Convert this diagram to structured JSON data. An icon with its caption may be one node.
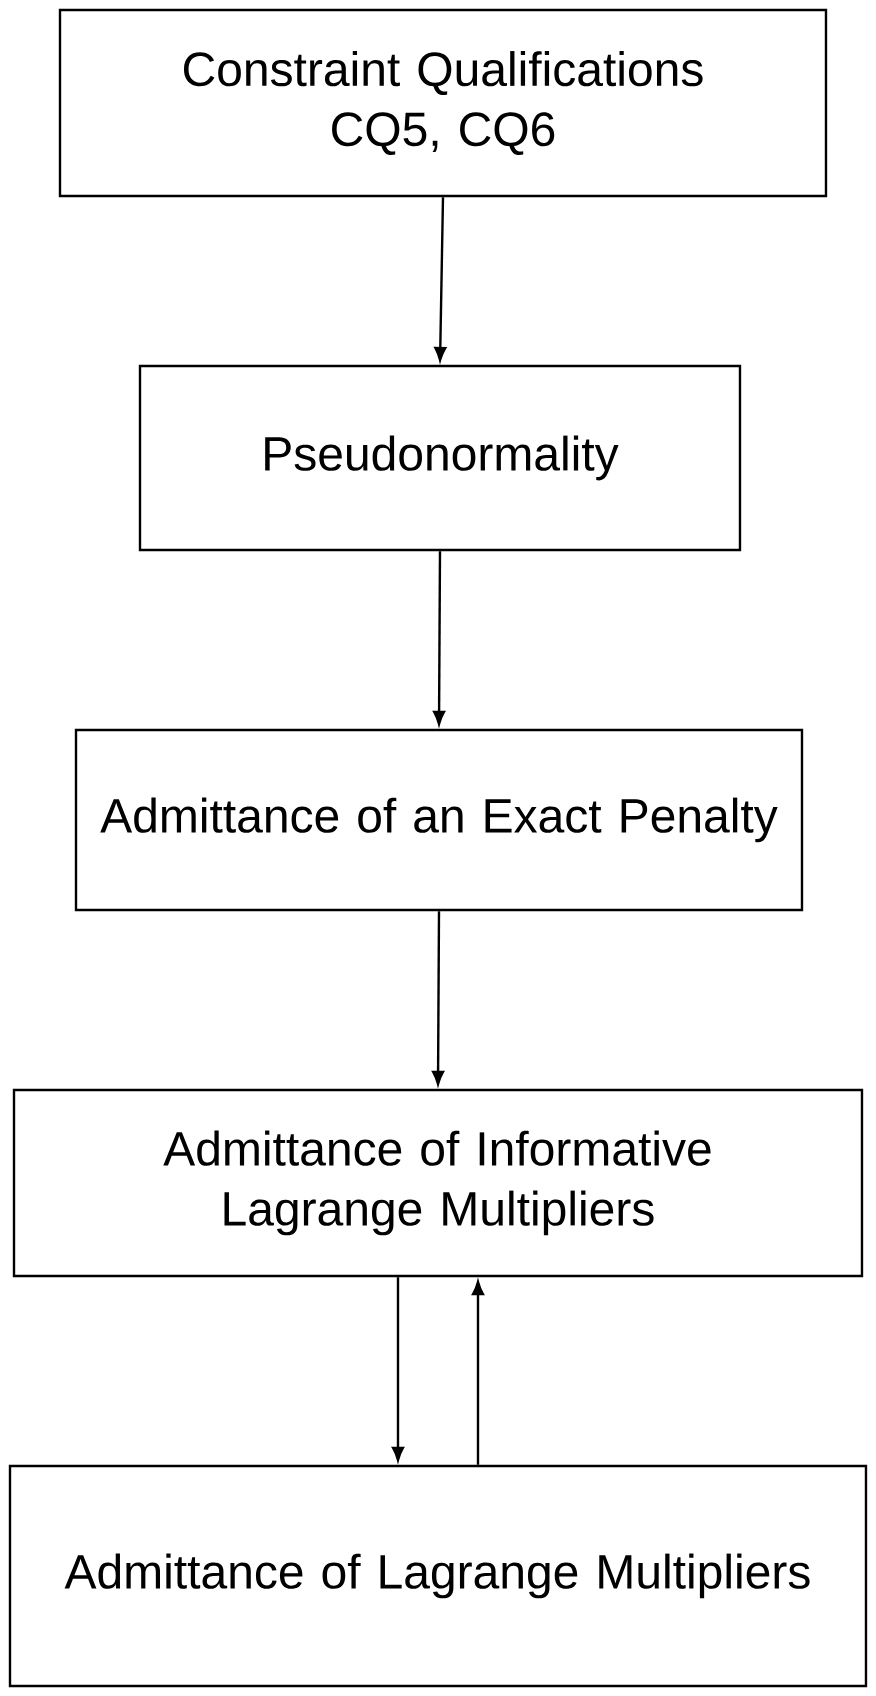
{
  "diagram": {
    "nodes": [
      {
        "text": [
          "Constraint Qualifications CQ5, CQ6"
        ]
      },
      {
        "text": [
          "Pseudonormality"
        ]
      },
      {
        "text": [
          "Admittance of an Exact Penalty"
        ]
      },
      {
        "text": [
          "Admittance of Informative Lagrange Multipliers"
        ]
      },
      {
        "text": [
          "Admittance of Lagrange Multipliers"
        ]
      }
    ],
    "edges": [
      {
        "from": 0,
        "to": 1,
        "arrow": "to"
      },
      {
        "from": 1,
        "to": 2,
        "arrow": "to"
      },
      {
        "from": 2,
        "to": 3,
        "arrow": "to"
      },
      {
        "from": 3,
        "to": 4,
        "arrow": "to"
      },
      {
        "from": 4,
        "to": 3,
        "arrow": "to"
      }
    ]
  }
}
